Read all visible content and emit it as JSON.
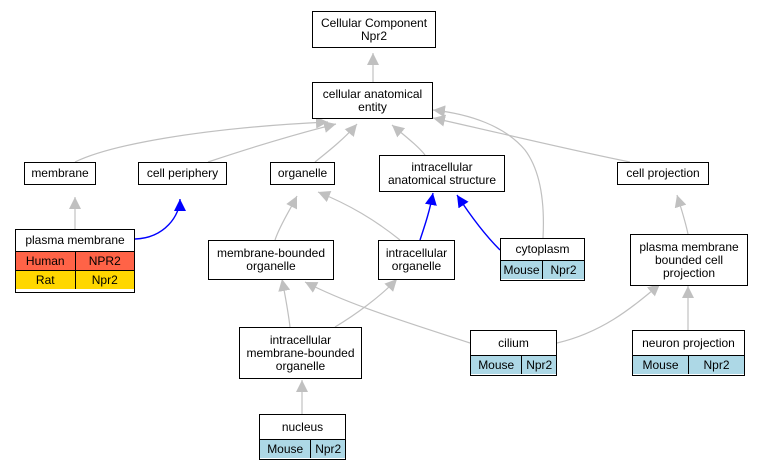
{
  "nodes": {
    "root": {
      "title": "Cellular Component\nNpr2"
    },
    "cae": {
      "title": "cellular anatomical\nentity"
    },
    "membrane": {
      "title": "membrane"
    },
    "periphery": {
      "title": "cell periphery"
    },
    "organelle": {
      "title": "organelle"
    },
    "ias": {
      "title": "intracellular\nanatomical structure"
    },
    "projection": {
      "title": "cell projection"
    },
    "pm": {
      "title": "plasma membrane",
      "annotations": [
        {
          "species": "Human",
          "gene": "NPR2",
          "color": "#ff6347"
        },
        {
          "species": "Rat",
          "gene": "Npr2",
          "color": "#ffd700"
        }
      ]
    },
    "mbo": {
      "title": "membrane-bounded\norganelle"
    },
    "io": {
      "title": "intracellular\norganelle"
    },
    "cytoplasm": {
      "title": "cytoplasm",
      "annotations": [
        {
          "species": "Mouse",
          "gene": "Npr2",
          "color": "#add8e6"
        }
      ]
    },
    "pmbcp": {
      "title": "plasma membrane\nbounded cell\nprojection"
    },
    "imbo": {
      "title": "intracellular\nmembrane-bounded\norganelle"
    },
    "cilium": {
      "title": "cilium",
      "annotations": [
        {
          "species": "Mouse",
          "gene": "Npr2",
          "color": "#add8e6"
        }
      ]
    },
    "neuron": {
      "title": "neuron projection",
      "annotations": [
        {
          "species": "Mouse",
          "gene": "Npr2",
          "color": "#add8e6"
        }
      ]
    },
    "nucleus": {
      "title": "nucleus",
      "annotations": [
        {
          "species": "Mouse",
          "gene": "Npr2",
          "color": "#add8e6"
        }
      ]
    }
  },
  "edge_colors": {
    "is_a": "#c0c0c0",
    "part_of": "#0000ff"
  }
}
